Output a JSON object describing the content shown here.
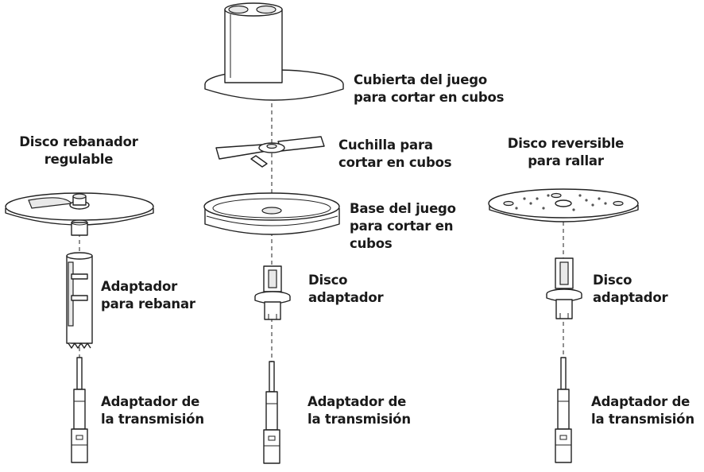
{
  "labels": {
    "cover": "Cubierta del juego\npara cortar en cubos",
    "dicing_blade": "Cuchilla para\ncortar en cubos",
    "dicing_base": "Base del juego\npara cortar en\ncubos",
    "slicing_disc": "Disco rebanador\nregulable",
    "shredding_disc": "Disco reversible\npara rallar",
    "slicing_adapter": "Adaptador\npara rebanar",
    "disc_adapter_center": "Disco\nadaptador",
    "disc_adapter_right": "Disco\nadaptador",
    "drive_adapter_left": "Adaptador de\nla transmisión",
    "drive_adapter_center": "Adaptador de\nla transmisión",
    "drive_adapter_right": "Adaptador de\nla transmisión"
  }
}
